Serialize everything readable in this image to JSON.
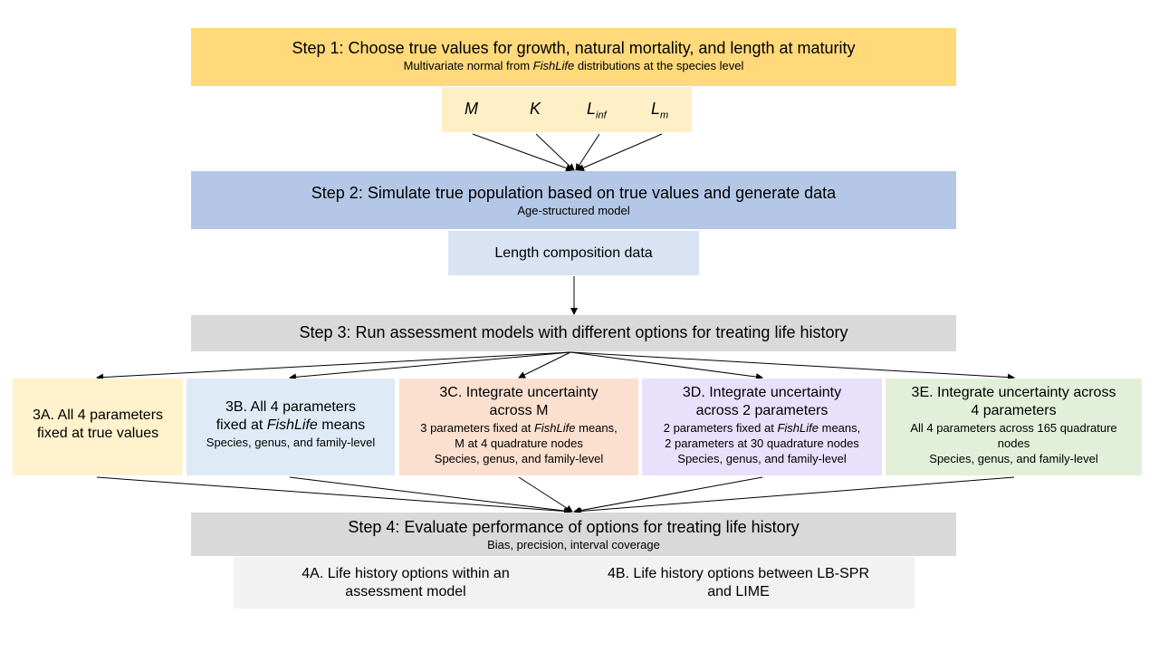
{
  "step1": {
    "title": "Step 1: Choose true values for growth, natural mortality, and length at maturity",
    "subtitle_pre": "Multivariate normal from ",
    "subtitle_italic": "FishLife",
    "subtitle_post": " distributions at the species level"
  },
  "params": {
    "m": "M",
    "k": "K",
    "linf_base": "L",
    "linf_sub": "inf",
    "lm_base": "L",
    "lm_sub": "m"
  },
  "step2": {
    "title": "Step 2: Simulate true population based on true values and generate data",
    "subtitle": "Age-structured model"
  },
  "data_box": {
    "label": "Length composition data"
  },
  "step3": {
    "title": "Step 3: Run assessment models with different options for treating life history"
  },
  "options": {
    "a": {
      "line1": "3A. All 4 parameters",
      "line2": "fixed at true values"
    },
    "b": {
      "line1": "3B. All 4 parameters",
      "line2_pre": "fixed at ",
      "line2_italic": "FishLife",
      "line2_post": " means",
      "detail": "Species, genus, and family-level"
    },
    "c": {
      "line1": "3C. Integrate uncertainty",
      "line2": "across M",
      "detail1_pre": "3 parameters fixed at ",
      "detail1_italic": "FishLife",
      "detail1_post": " means,",
      "detail2": "M at 4 quadrature nodes",
      "detail3": "Species, genus, and family-level"
    },
    "d": {
      "line1": "3D. Integrate uncertainty",
      "line2": "across 2 parameters",
      "detail1_pre": "2 parameters fixed at ",
      "detail1_italic": "FishLife",
      "detail1_post": " means,",
      "detail2": "2 parameters at 30 quadrature nodes",
      "detail3": "Species, genus, and family-level"
    },
    "e": {
      "line1": "3E. Integrate uncertainty across",
      "line2": "4 parameters",
      "detail1": "All 4 parameters across 165 quadrature",
      "detail2": "nodes",
      "detail3": "Species, genus, and family-level"
    }
  },
  "step4": {
    "title": "Step 4: Evaluate performance of options for treating life history",
    "subtitle": "Bias, precision, interval coverage"
  },
  "evaluations": {
    "a_line1": "4A. Life history options within an",
    "a_line2": "assessment model",
    "b_line1": "4B. Life history options between LB-SPR",
    "b_line2": "and LIME"
  },
  "colors": {
    "step1": "#FFD97A",
    "params": "#FFEFC7",
    "step2": "#B4C7E7",
    "data": "#DAE3F3",
    "step3": "#D9D9D9",
    "opt_a": "#FFF2CC",
    "opt_b": "#DEEBF7",
    "opt_c": "#FBE0D0",
    "opt_d": "#E9E0FB",
    "opt_e": "#E2F0D9",
    "step4": "#D9D9D9",
    "eval": "#F2F2F2"
  }
}
